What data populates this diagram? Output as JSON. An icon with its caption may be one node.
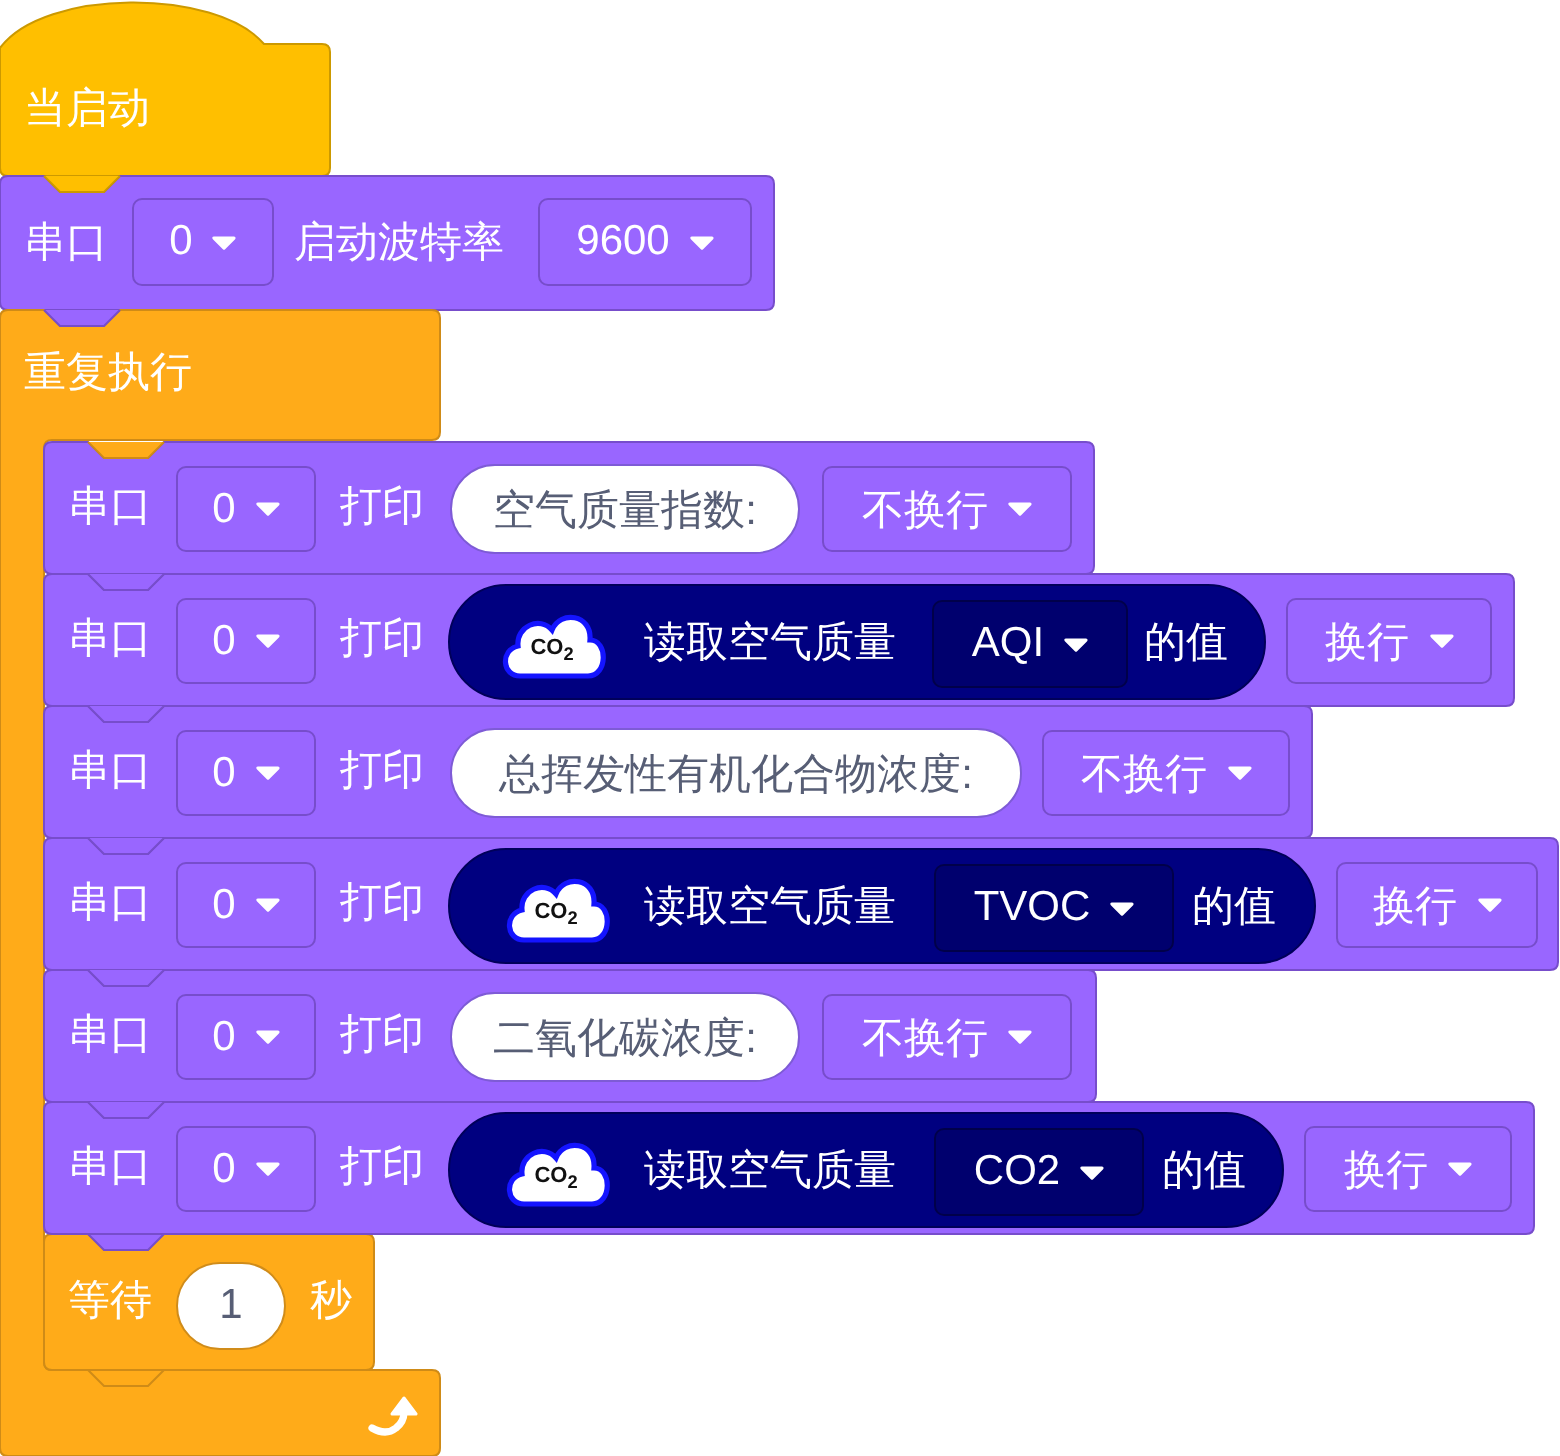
{
  "diagram": {
    "nodes": [
      {
        "text": [
          "当启动"
        ]
      },
      {
        "text": [
          "串口",
          "启动波特率"
        ]
      },
      {
        "text": [
          "0"
        ],
        "in": 1
      },
      {
        "text": [
          "9600"
        ],
        "in": 1
      },
      {
        "text": [
          "重复执行"
        ]
      },
      {
        "text": [
          "串口",
          "打印"
        ]
      },
      {
        "text": [
          "0"
        ],
        "in": 5
      },
      {
        "text": [
          "空气质量指数:"
        ],
        "in": 5
      },
      {
        "text": [
          "不换行"
        ],
        "in": 5
      },
      {
        "text": [
          "串口",
          "打印"
        ]
      },
      {
        "text": [
          "0"
        ],
        "in": 9
      },
      {
        "text": [
          "读取空气质量",
          "的值"
        ],
        "in": 9
      },
      {
        "text": [
          "CO$_{2}$"
        ],
        "in": 11
      },
      {
        "text": [
          "AQI"
        ],
        "in": 11
      },
      {
        "text": [
          "换行"
        ],
        "in": 9
      },
      {
        "text": [
          "串口",
          "打印"
        ]
      },
      {
        "text": [
          "0"
        ],
        "in": 15
      },
      {
        "text": [
          "总挥发性有机化合物浓度:"
        ],
        "in": 15
      },
      {
        "text": [
          "不换行"
        ],
        "in": 15
      },
      {
        "text": [
          "串口",
          "打印"
        ]
      },
      {
        "text": [
          "0"
        ],
        "in": 19
      },
      {
        "text": [
          "读取空气质量",
          "的值"
        ],
        "in": 19
      },
      {
        "text": [
          "CO$_{2}$"
        ],
        "in": 21
      },
      {
        "text": [
          "TVOC"
        ],
        "in": 21
      },
      {
        "text": [
          "换行"
        ],
        "in": 19
      },
      {
        "text": [
          "串口",
          "打印"
        ]
      },
      {
        "text": [
          "0"
        ],
        "in": 25
      },
      {
        "text": [
          "二氧化碳浓度:"
        ],
        "in": 25
      },
      {
        "text": [
          "不换行"
        ],
        "in": 25
      },
      {
        "text": [
          "串口",
          "打印"
        ]
      },
      {
        "text": [
          "0"
        ],
        "in": 29
      },
      {
        "text": [
          "读取空气质量",
          "的值"
        ],
        "in": 29
      },
      {
        "text": [
          "CO$_{2}$"
        ],
        "in": 31
      },
      {
        "text": [
          "CO2"
        ],
        "in": 31
      },
      {
        "text": [
          "换行"
        ],
        "in": 29
      },
      {
        "text": [
          "等待",
          "秒"
        ],
        "in": 4
      },
      {
        "text": [
          "1"
        ],
        "in": 35
      }
    ]
  }
}
